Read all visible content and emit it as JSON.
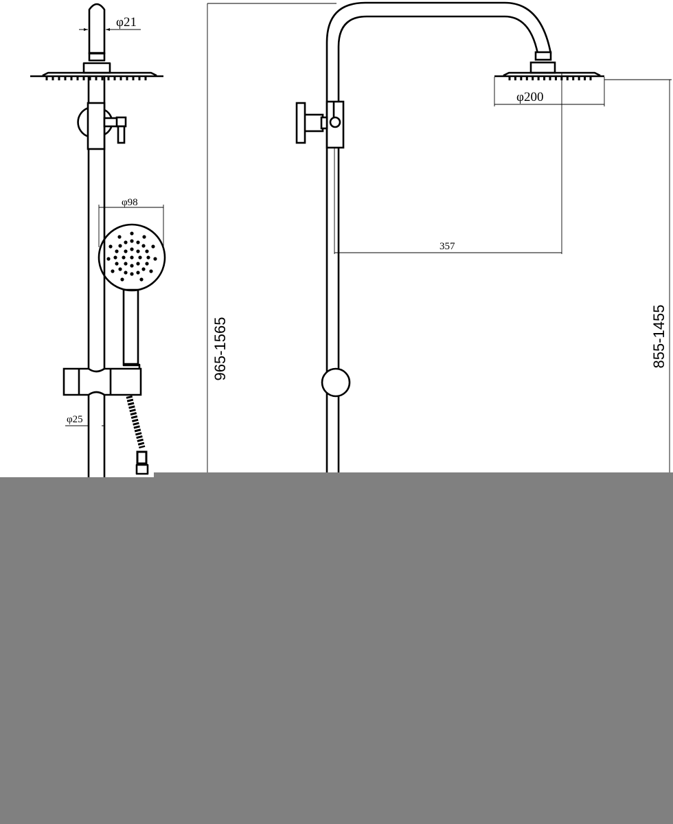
{
  "drawing": {
    "side_view": {
      "arm_diameter": "φ21",
      "handshower_diameter": "φ98",
      "rail_diameter": "φ25"
    },
    "front_view": {
      "overhead_diameter": "φ200",
      "arm_reach": "357",
      "total_height_range": "965-1565",
      "head_height_range": "855-1455"
    }
  },
  "colors": {
    "line": "#000000",
    "background": "#ffffff",
    "mask": "#808080"
  }
}
